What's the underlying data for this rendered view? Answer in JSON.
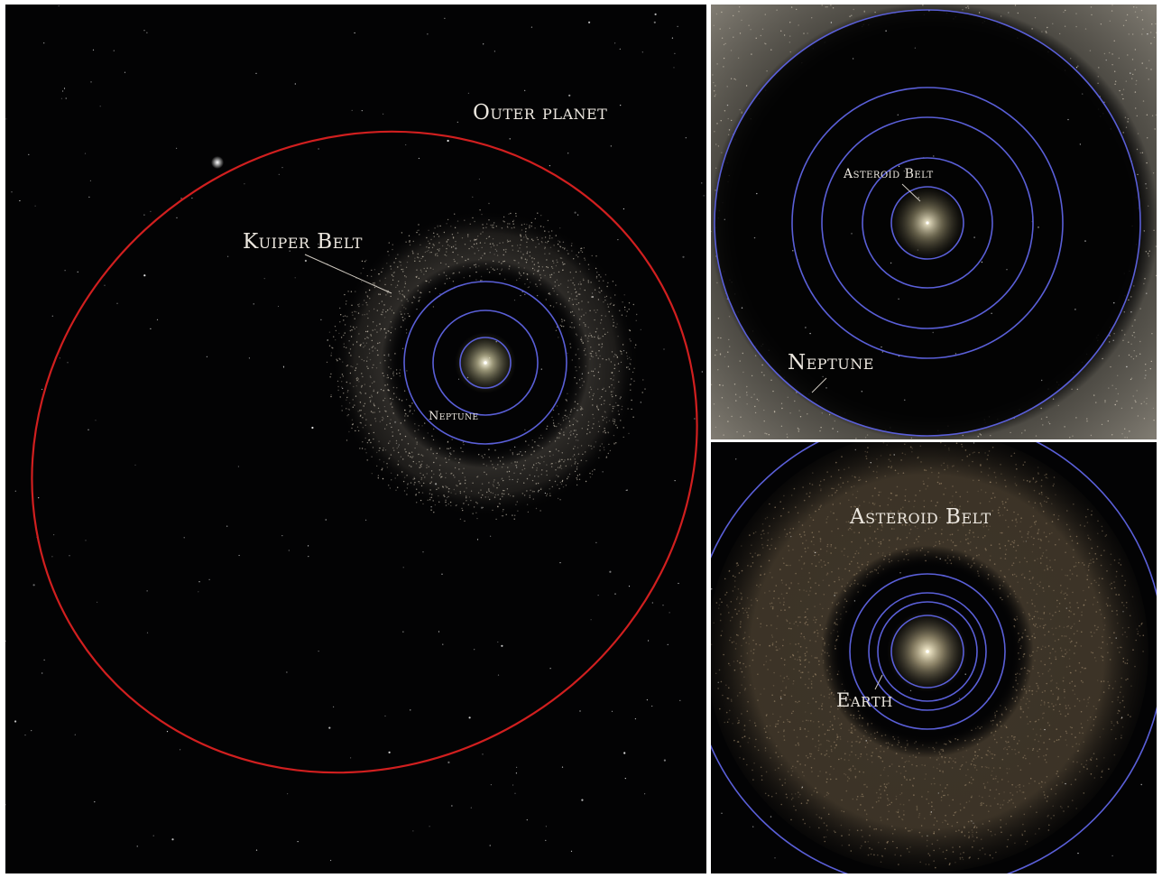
{
  "colors": {
    "space": "#030304",
    "orbit": "#5a5fd8",
    "outer_orbit": "#d11f1f",
    "belt_kuiper": "#cfc6b5",
    "belt_asteroid": "#a58f70",
    "label": "#ece7df"
  },
  "panels": {
    "main": {
      "outer_planet_label": "Outer planet",
      "kuiper_belt_label": "Kuiper Belt",
      "neptune_label": "Neptune"
    },
    "top_right": {
      "asteroid_belt_label": "Asteroid Belt",
      "neptune_label": "Neptune"
    },
    "bottom_right": {
      "asteroid_belt_label": "Asteroid Belt",
      "earth_label": "Earth"
    }
  }
}
